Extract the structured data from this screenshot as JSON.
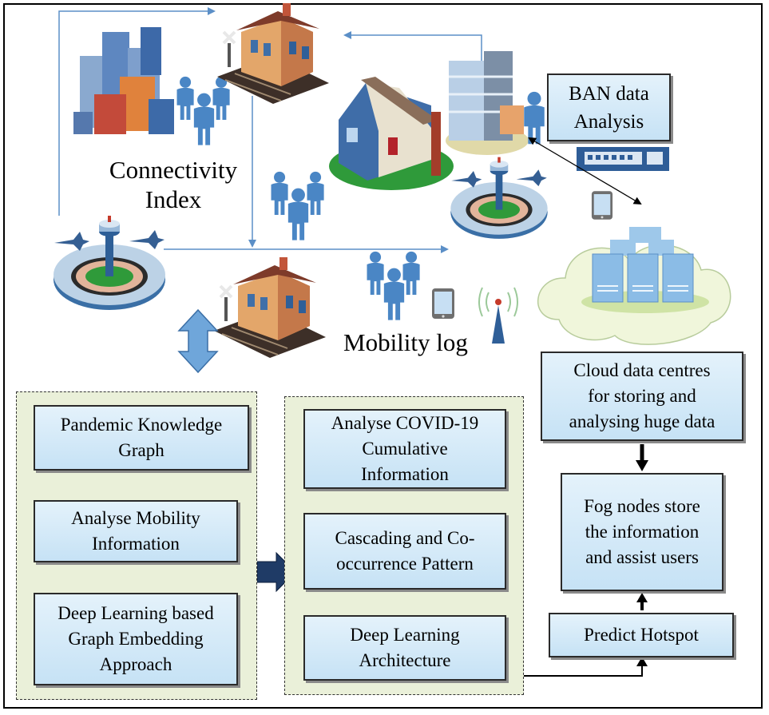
{
  "labels": {
    "connectivity_index_line1": "Connectivity",
    "connectivity_index_line2": "Index",
    "mobility_log": "Mobility log"
  },
  "boxes": {
    "ban": [
      "BAN data",
      "Analysis"
    ],
    "cloud": [
      "Cloud data centres",
      "for storing and",
      "analysing huge data"
    ],
    "fog": [
      "Fog nodes store",
      "the information",
      "and assist users"
    ],
    "hotspot": [
      "Predict Hotspot"
    ],
    "pkg": [
      "Pandemic Knowledge",
      "Graph"
    ],
    "mobility": [
      "Analyse Mobility",
      "Information"
    ],
    "dlge": [
      "Deep Learning based",
      "Graph Embedding",
      "Approach"
    ],
    "covid": [
      "Analyse COVID-19",
      "Cumulative",
      "Information"
    ],
    "cascade": [
      "Cascading and Co-",
      "occurrence Pattern"
    ],
    "dla": [
      "Deep Learning",
      "Architecture"
    ]
  },
  "colors": {
    "box_fill": "#c6e2f5",
    "panel_fill": "#eaf0d9",
    "connector_blue": "#5b8fc7",
    "person_blue": "#4a86c5",
    "arrow_dark": "#1f3b66"
  }
}
